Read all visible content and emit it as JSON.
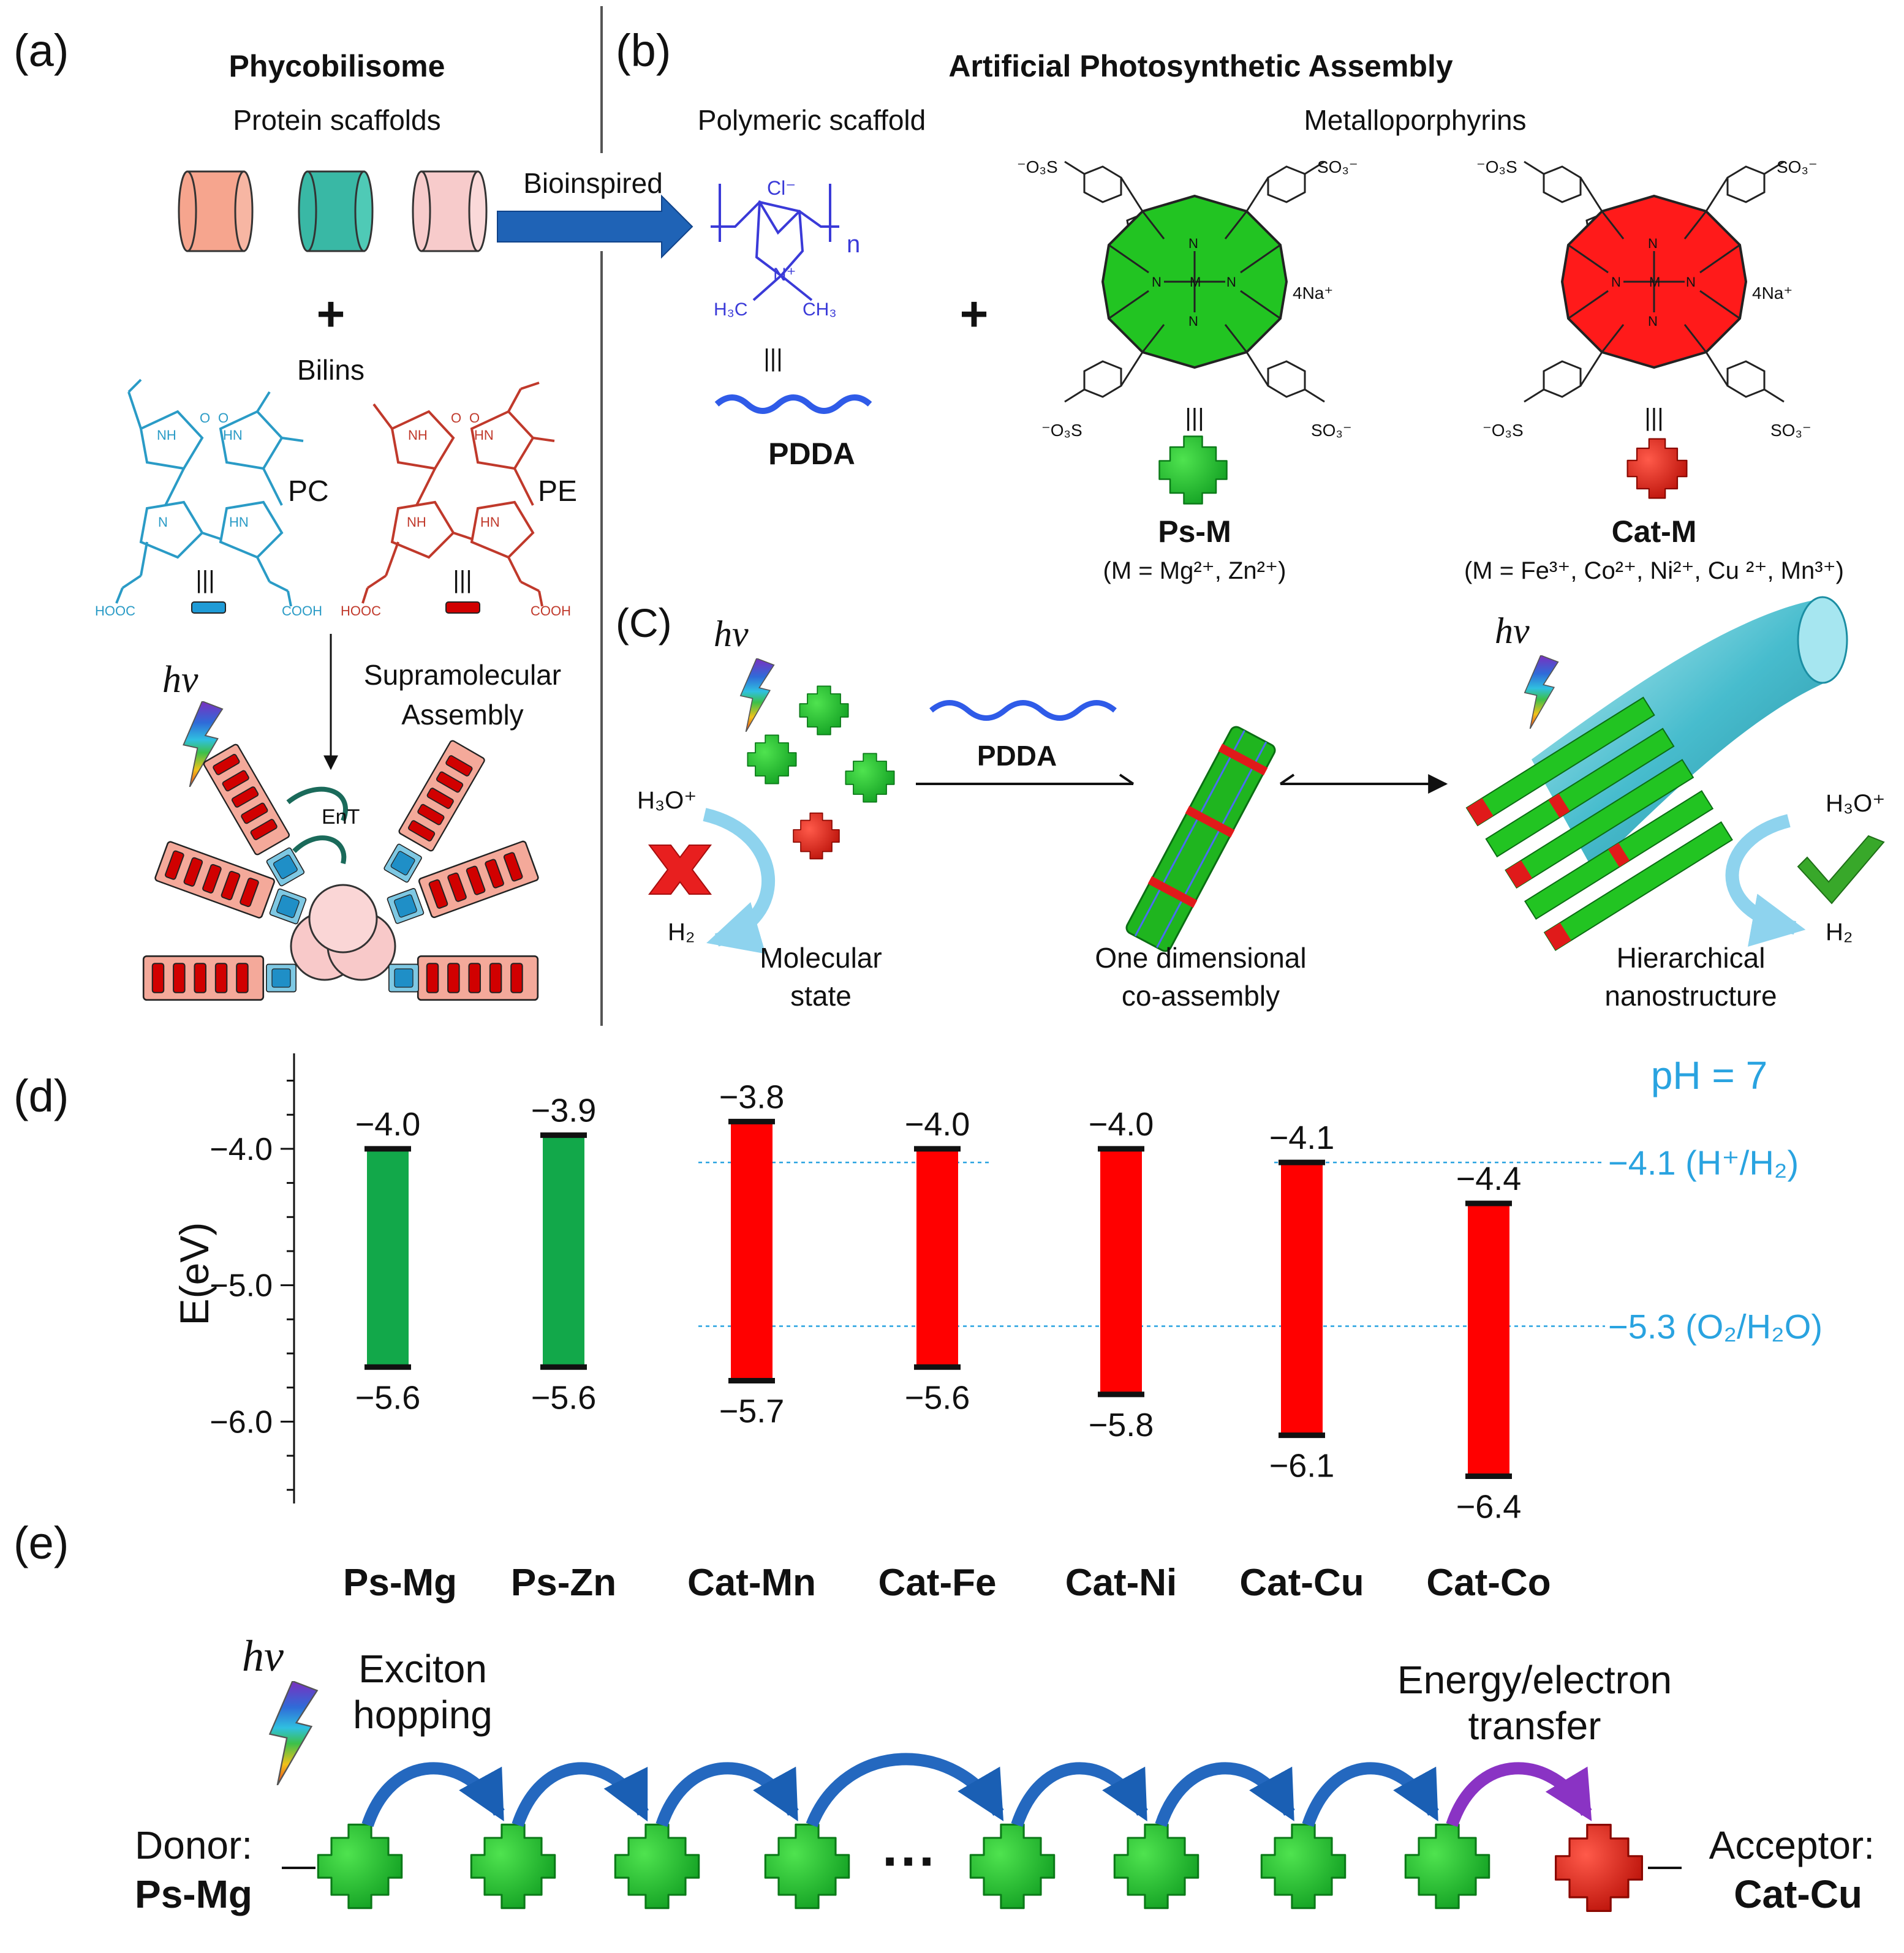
{
  "panel_a": {
    "label": "(a)",
    "title": "Phycobilisome",
    "subtitle": "Protein scaffolds",
    "plus": "+",
    "bilins_label": "Bilins",
    "pc": "PC",
    "pe": "PE",
    "equiv": "|||",
    "cooh_left": "HOOC",
    "cooh_right": "COOH",
    "hv": "hv",
    "assembly": [
      "Supramolecular",
      "Assembly"
    ],
    "ent": "EnT"
  },
  "arrow_label": "Bioinspired",
  "panel_b": {
    "label": "(b)",
    "title": "Artificial Photosynthetic Assembly",
    "polymer_label": "Polymeric scaffold",
    "porphyrin_label": "Metalloporphyrins",
    "chloride": "Cl⁻",
    "n": "n",
    "nplus": "N⁺",
    "h3c": "H₃C",
    "ch3": "CH₃",
    "pdda": "PDDA",
    "plus": "+",
    "so3": "SO₃⁻",
    "o3s": "⁻O₃S",
    "na": "4Na⁺",
    "metal": "M",
    "ps_name": "Ps-M",
    "ps_metals": "(M = Mg²⁺, Zn²⁺)",
    "cat_name": "Cat-M",
    "cat_metals": "(M = Fe³⁺, Co²⁺, Ni²⁺, Cu ²⁺, Mn³⁺)"
  },
  "panel_c": {
    "label": "(C)",
    "hv": "hv",
    "h3o": "H₃O⁺",
    "h2": "H₂",
    "pdda": "PDDA",
    "state1": [
      "Molecular",
      "state"
    ],
    "state2": [
      "One dimensional",
      "co-assembly"
    ],
    "state3": [
      "Hierarchical",
      "nanostructure"
    ]
  },
  "panel_d": {
    "label": "(d)",
    "ph": "pH = 7",
    "ylabel": "E(eV)",
    "ref1": "−4.1 (H⁺/H₂)",
    "ref2": "−5.3 (O₂/H₂O)"
  },
  "chart_data": {
    "type": "bar",
    "ylabel": "E(eV)",
    "ylim": [
      -6.6,
      -3.3
    ],
    "yticks": [
      -4.0,
      -5.0,
      -6.0
    ],
    "categories": [
      "Ps-Mg",
      "Ps-Zn",
      "Cat-Mn",
      "Cat-Fe",
      "Cat-Ni",
      "Cat-Cu",
      "Cat-Co"
    ],
    "top": [
      -4.0,
      -3.9,
      -3.8,
      -4.0,
      -4.0,
      -4.1,
      -4.4
    ],
    "bottom": [
      -5.6,
      -5.6,
      -5.7,
      -5.6,
      -5.8,
      -6.1,
      -6.4
    ],
    "colors": [
      "#12a84a",
      "#12a84a",
      "#ff0000",
      "#ff0000",
      "#ff0000",
      "#ff0000",
      "#ff0000"
    ],
    "reference_lines": [
      {
        "value": -4.1,
        "label": "−4.1 (H⁺/H₂)"
      },
      {
        "value": -5.3,
        "label": "−5.3 (O₂/H₂O)"
      }
    ],
    "ref_color": "#29a3e0",
    "grid": false
  },
  "panel_e": {
    "label": "(e)",
    "hv": "hv",
    "exciton": [
      "Exciton",
      "hopping"
    ],
    "transfer": [
      "Energy/electron",
      "transfer"
    ],
    "donor": [
      "Donor:",
      "Ps-Mg"
    ],
    "acceptor": [
      "Acceptor:",
      "Cat-Cu"
    ],
    "dots": "···"
  },
  "colors": {
    "green": "#1aa632",
    "red": "#e3120b",
    "blue_arrow": "#1f63b6",
    "purple_arrow": "#7b2fbf",
    "pc_blue": "#2a9bc6",
    "pe_red": "#c0392b",
    "polymer_blue": "#3a3ad8",
    "salmon": "#f4a99a",
    "teal": "#39b8a5",
    "pink": "#f7cbcb"
  }
}
